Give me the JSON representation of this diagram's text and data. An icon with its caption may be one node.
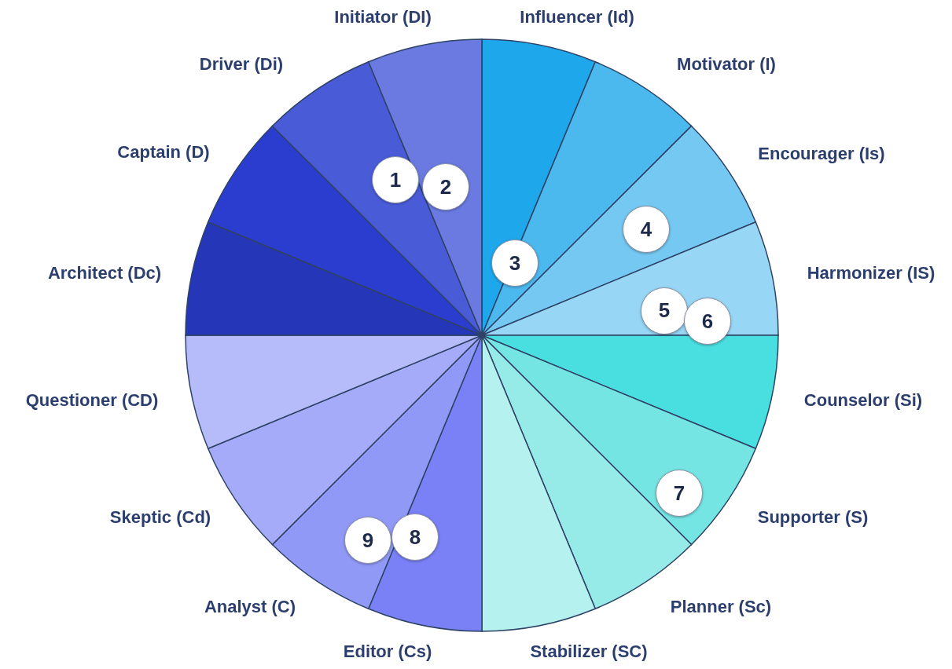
{
  "diagram": {
    "nodes": [
      {
        "text": [
          "Influencer (Id)"
        ]
      },
      {
        "text": [
          "Motivator (I)"
        ]
      },
      {
        "text": [
          "Encourager (Is)"
        ]
      },
      {
        "text": [
          "Harmonizer (IS)"
        ]
      },
      {
        "text": [
          "Counselor (Si)"
        ]
      },
      {
        "text": [
          "Supporter (S)"
        ]
      },
      {
        "text": [
          "Planner (Sc)"
        ]
      },
      {
        "text": [
          "Stabilizer (SC)"
        ]
      },
      {
        "text": [
          "Editor (Cs)"
        ]
      },
      {
        "text": [
          "Analyst (C)"
        ]
      },
      {
        "text": [
          "Skeptic (Cd)"
        ]
      },
      {
        "text": [
          "Questioner (CD)"
        ]
      },
      {
        "text": [
          "Architect (Dc)"
        ]
      },
      {
        "text": [
          "Captain (D)"
        ]
      },
      {
        "text": [
          "Driver (Di)"
        ]
      },
      {
        "text": [
          "Initiator (DI)"
        ]
      },
      {
        "text": [
          "1"
        ],
        "in": 14
      },
      {
        "text": [
          "2"
        ],
        "in": 15
      },
      {
        "text": [
          "3"
        ],
        "in": 1
      },
      {
        "text": [
          "4"
        ],
        "in": 2
      },
      {
        "text": [
          "5"
        ],
        "in": 3
      },
      {
        "text": [
          "6"
        ]
      },
      {
        "text": [
          "7"
        ],
        "in": 5
      },
      {
        "text": [
          "8"
        ],
        "in": 8
      },
      {
        "text": [
          "9"
        ],
        "in": 9
      }
    ],
    "edges": []
  }
}
